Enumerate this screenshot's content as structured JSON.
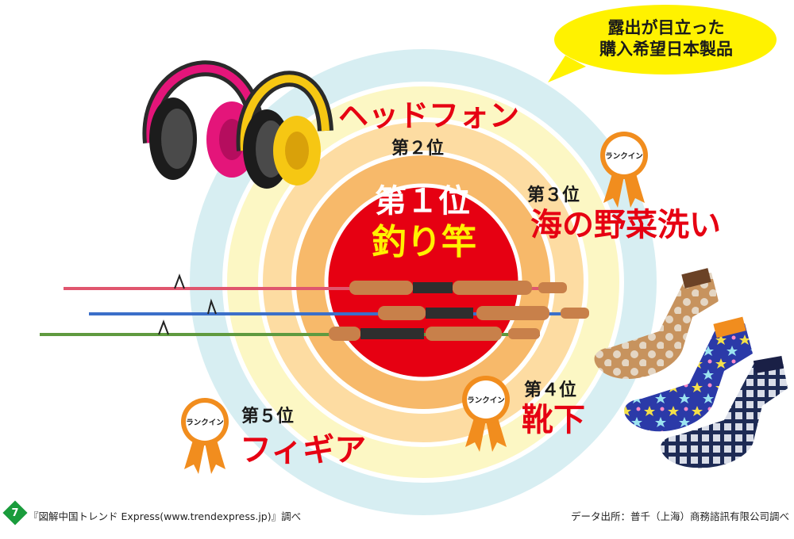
{
  "bubble": {
    "line1": "露出が目立った",
    "line2": "購入希望日本製品"
  },
  "rankings": [
    {
      "label": "第１位",
      "item": "釣り竿"
    },
    {
      "label": "第２位",
      "item": "ヘッドフォン"
    },
    {
      "label": "第３位",
      "item": "海の野菜洗い"
    },
    {
      "label": "第４位",
      "item": "靴下"
    },
    {
      "label": "第５位",
      "item": "フィギア"
    }
  ],
  "badge_label": "ランクイン",
  "footer": {
    "page_number": "7",
    "source_left": "『図解中国トレンド Express(www.trendexpress.jp)』調べ",
    "source_right": "データ出所：普千（上海）商務諮訊有限公司調べ"
  },
  "colors": {
    "ring1": "#e60012",
    "ring2": "#f7b96a",
    "ring3": "#fddca2",
    "ring4": "#fcf7c4",
    "ring5": "#d7eef2",
    "title_red": "#e60012",
    "yellow": "#fff200",
    "badge_orange": "#f18d1e",
    "bubble_yellow": "#fff200",
    "footer_green": "#1a9c3c"
  }
}
